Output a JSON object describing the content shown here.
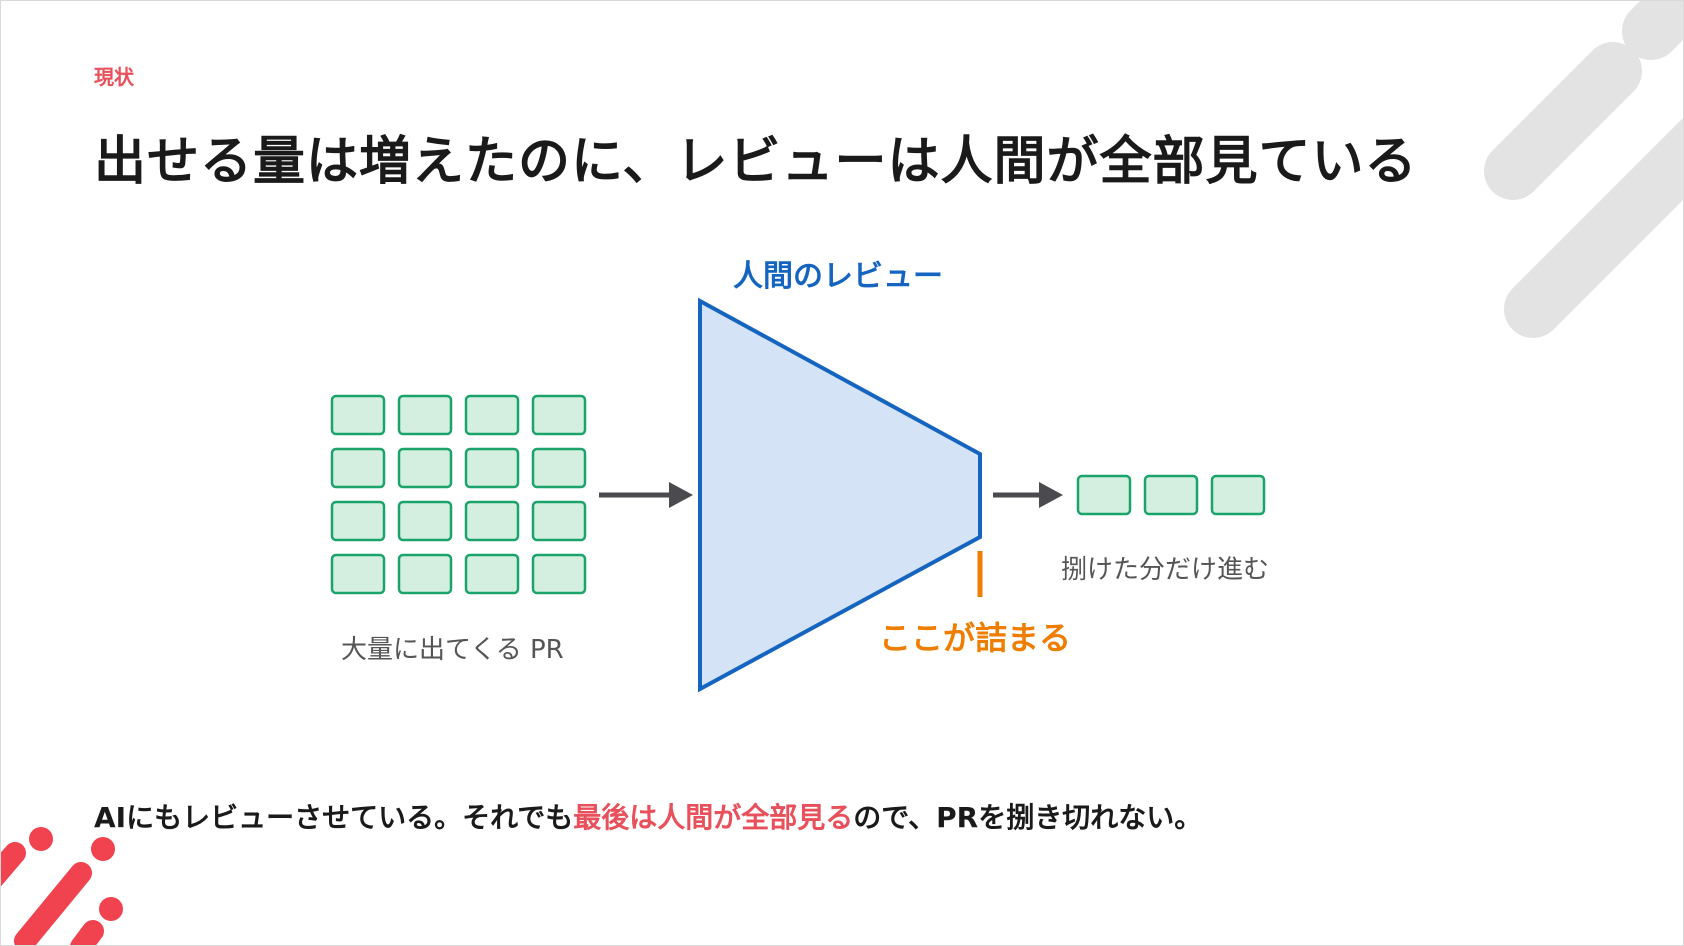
{
  "slide": {
    "section_label": "現状",
    "title": "出せる量は増えたのに、レビューは人間が全部見ている",
    "colors": {
      "accent_red": "#e8505b",
      "funnel_blue": "#1565c0",
      "funnel_fill": "#d4e3f5",
      "pr_green": "#1aa36b",
      "pr_fill": "#d4eee0",
      "bottleneck_orange": "#ef7d00",
      "arrow_gray": "#4a4a4f",
      "decor_gray": "#e3e3e3"
    }
  },
  "diagram": {
    "funnel_label": "人間のレビュー",
    "input_caption": "大量に出てくる PR",
    "output_caption": "捌けた分だけ進む",
    "bottleneck_label": "ここが詰まる",
    "input_grid": {
      "rows": 4,
      "cols": 4
    },
    "output_count": 3
  },
  "bottom_message": {
    "before": "AIにもレビューさせている。それでも",
    "highlight": "最後は人間が全部見る",
    "after": "ので、PRを捌き切れない。"
  }
}
